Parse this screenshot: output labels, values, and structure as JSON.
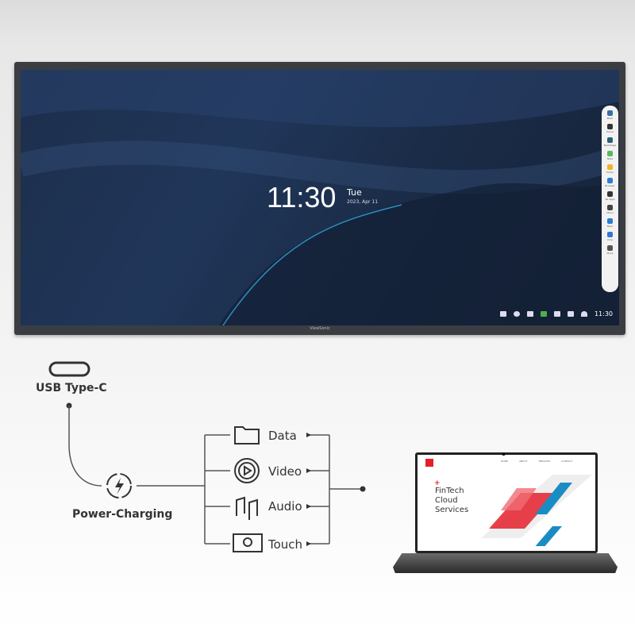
{
  "display": {
    "brand": "ViewSonic",
    "clock": {
      "time": "11:30",
      "day": "Tue",
      "date": "2023, Apr 11"
    },
    "sidebar": [
      {
        "label": "Back",
        "icon": "back-icon",
        "color": "#3a6ea5"
      },
      {
        "label": "Home",
        "icon": "home-icon",
        "color": "#333333"
      },
      {
        "label": "Backstage",
        "icon": "backstage-icon",
        "color": "#2a5f7a"
      },
      {
        "label": "Note",
        "icon": "note-icon",
        "color": "#5cb85c"
      },
      {
        "label": "Folder",
        "icon": "folder-icon",
        "color": "#f0b429"
      },
      {
        "label": "Browser",
        "icon": "browser-icon",
        "color": "#2f7bd1"
      },
      {
        "label": "All Apps",
        "icon": "apps-icon",
        "color": "#333333"
      },
      {
        "label": "Menu",
        "icon": "menu-icon",
        "color": "#444444"
      },
      {
        "label": "Mark",
        "icon": "pen-icon",
        "color": "#2f7bd1"
      },
      {
        "label": "Crop",
        "icon": "crop-icon",
        "color": "#2f7bd1"
      },
      {
        "label": "Move",
        "icon": "move-icon",
        "color": "#555555"
      }
    ],
    "taskbar_time": "11:30"
  },
  "diagram": {
    "usb_label": "USB Type-C",
    "charging_label": "Power-Charging",
    "items": [
      {
        "label": "Data",
        "icon": "folder-icon"
      },
      {
        "label": "Video",
        "icon": "play-icon"
      },
      {
        "label": "Audio",
        "icon": "music-icon"
      },
      {
        "label": "Touch",
        "icon": "touch-icon"
      }
    ]
  },
  "laptop": {
    "nav": [
      "HOME",
      "ABOUT",
      "SERVICES",
      "CONTACT"
    ],
    "headline": [
      "FinTech",
      "Cloud",
      "Services"
    ],
    "accent": "#e4202b"
  }
}
